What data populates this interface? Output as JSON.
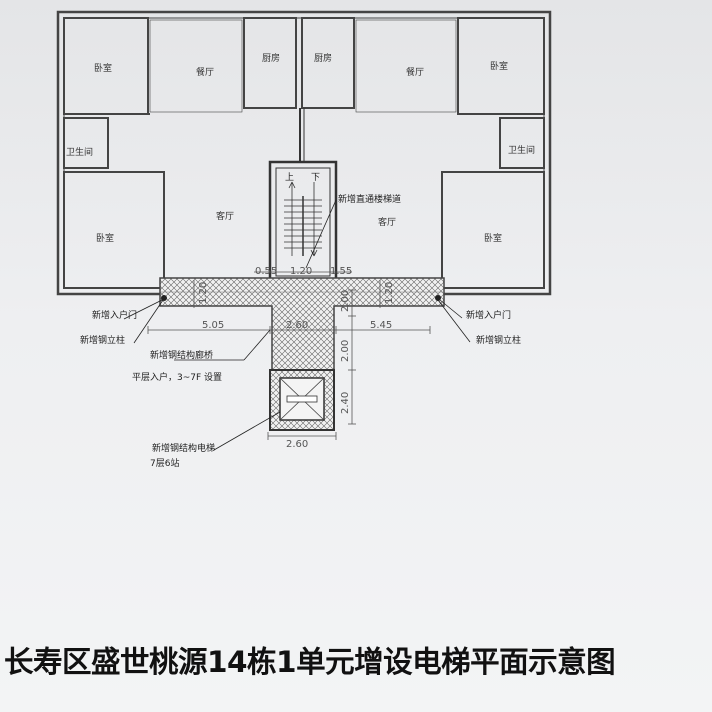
{
  "rooms": {
    "bedroom_tl": "卧室",
    "dining_l": "餐厅",
    "kitchen_l": "厨房",
    "kitchen_r": "厨房",
    "dining_r": "餐厅",
    "bedroom_tr": "卧室",
    "bath_l": "卫生间",
    "bath_r": "卫生间",
    "bedroom_bl": "卧室",
    "living_l": "客厅",
    "living_r": "客厅",
    "bedroom_br": "卧室"
  },
  "stair": {
    "down": "上",
    "up": "下"
  },
  "dimensions": {
    "d055": "0.55",
    "d120_mid": "1.20",
    "d155": "1.55",
    "d120_left": "1.20",
    "d120_right": "1.20",
    "d505": "5.05",
    "d260_top": "2.60",
    "d545": "5.45",
    "d200a": "2.00",
    "d200b": "2.00",
    "d240": "2.40",
    "d260_bottom": "2.60"
  },
  "annotations": {
    "new_passage": "新增直通楼梯道",
    "new_door_left": "新增入户门",
    "new_column_left": "新增钢立柱",
    "new_door_right": "新增入户门",
    "new_column_right": "新增钢立柱",
    "new_corridor": "新增钢结构廊桥",
    "corridor_note": "平层入户，3~7F 设置",
    "new_elevator": "新增钢结构电梯",
    "elevator_note": "7层6站"
  },
  "title": "长寿区盛世桃源14栋1单元增设电梯平面示意图"
}
